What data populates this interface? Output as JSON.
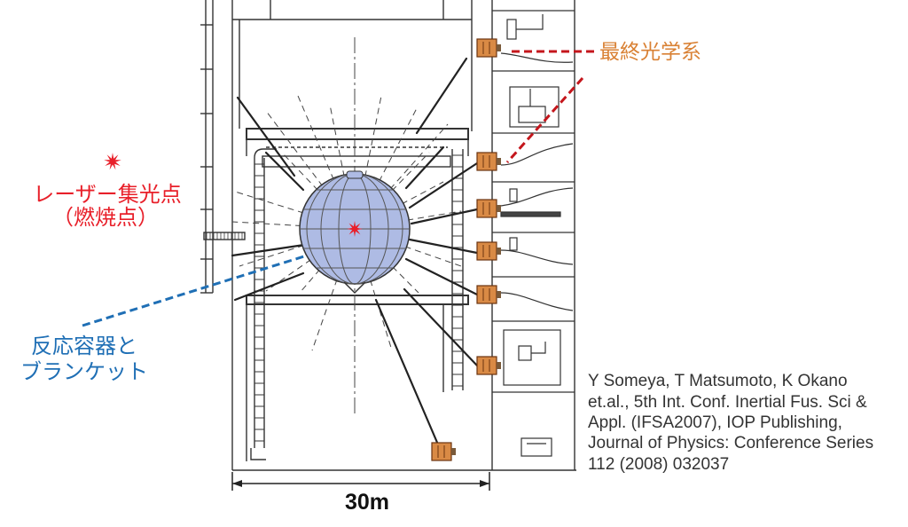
{
  "labels": {
    "final_optics": "最終光学系",
    "laser_focus": [
      "レーザー集光点",
      "（燃焼点）"
    ],
    "vessel": [
      "反応容器と",
      "ブランケット"
    ],
    "dimension": "30m"
  },
  "citation": {
    "lines": [
      "Y Someya, T Matsumoto, K Okano",
      "et.al., 5th Int. Conf. Inertial Fus. Sci &",
      "Appl. (IFSA2007), IOP Publishing,",
      "Journal of Physics: Conference Series",
      "112 (2008) 032037"
    ]
  },
  "icons": {
    "laser_focus": "burst-icon",
    "chamber_center": "burst-icon"
  },
  "colors": {
    "laser_label": "#e8202a",
    "optics_label": "#d98134",
    "optics_leader": "#c4161c",
    "vessel_label": "#1f6fb5",
    "chamber_fill": "#aebbe4",
    "optics_unit": "#d98a45",
    "line_art": "#333333",
    "citation_text": "#333333",
    "dimension_text": "#111111"
  }
}
